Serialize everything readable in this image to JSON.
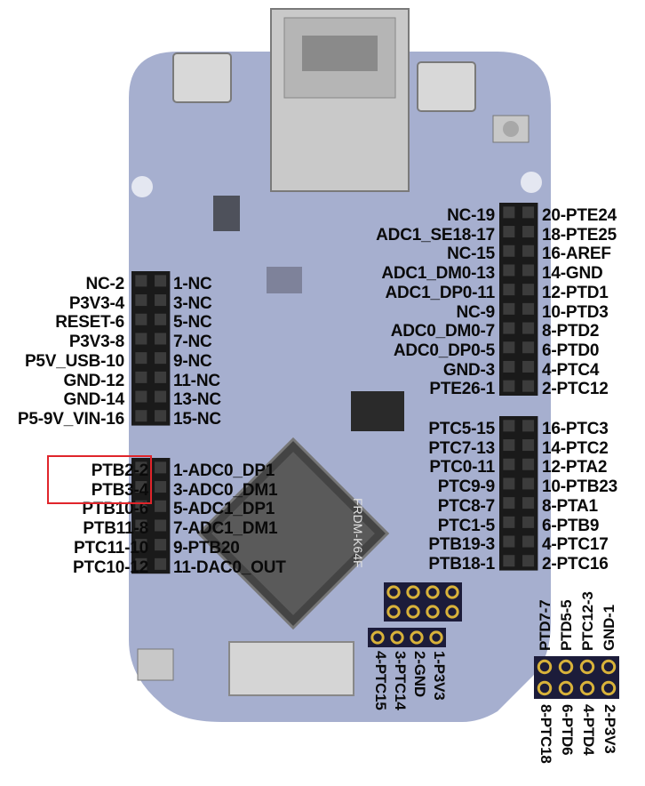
{
  "board": {
    "silkscreen": "FRDM-K64F",
    "colors": {
      "board": "#9aa4c8",
      "header": "#1a1a1a",
      "pin": "#3a3a3a",
      "gold": "#d8b23a",
      "highlight": "#e0252b"
    }
  },
  "headers": {
    "left_top": {
      "outer": [
        "NC-2",
        "P3V3-4",
        "RESET-6",
        "P3V3-8",
        "P5V_USB-10",
        "GND-12",
        "GND-14",
        "P5-9V_VIN-16"
      ],
      "inner": [
        "1-NC",
        "3-NC",
        "5-NC",
        "7-NC",
        "9-NC",
        "11-NC",
        "13-NC",
        "15-NC"
      ]
    },
    "left_bottom": {
      "outer": [
        "PTB2-2",
        "PTB3-4",
        "PTB10-6",
        "PTB11-8",
        "PTC11-10",
        "PTC10-12"
      ],
      "inner": [
        "1-ADC0_DP1",
        "3-ADC0_DM1",
        "5-ADC1_DP1",
        "7-ADC1_DM1",
        "9-PTB20",
        "11-DAC0_OUT"
      ]
    },
    "right_top": {
      "inner": [
        "NC-19",
        "ADC1_SE18-17",
        "NC-15",
        "ADC1_DM0-13",
        "ADC1_DP0-11",
        "NC-9",
        "ADC0_DM0-7",
        "ADC0_DP0-5",
        "GND-3",
        "PTE26-1"
      ],
      "outer": [
        "20-PTE24",
        "18-PTE25",
        "16-AREF",
        "14-GND",
        "12-PTD1",
        "10-PTD3",
        "8-PTD2",
        "6-PTD0",
        "4-PTC4",
        "2-PTC12"
      ]
    },
    "right_bottom": {
      "inner": [
        "PTC5-15",
        "PTC7-13",
        "PTC0-11",
        "PTC9-9",
        "PTC8-7",
        "PTC1-5",
        "PTB19-3",
        "PTB18-1"
      ],
      "outer": [
        "16-PTC3",
        "14-PTC2",
        "12-PTA2",
        "10-PTB23",
        "8-PTA1",
        "6-PTB9",
        "4-PTC17",
        "2-PTC16"
      ]
    },
    "small_bottom": [
      "1-P3V3",
      "2-GND",
      "3-PTC14",
      "4-PTC15"
    ],
    "small_right_top": [
      "PTD7-7",
      "PTD5-5",
      "PTC12-3",
      "GND-1"
    ],
    "small_right_bottom": [
      "8-PTC18",
      "6-PTD6",
      "4-PTD4",
      "2-P3V3"
    ]
  },
  "highlighted": [
    "PTB2-2",
    "PTB3-4"
  ]
}
